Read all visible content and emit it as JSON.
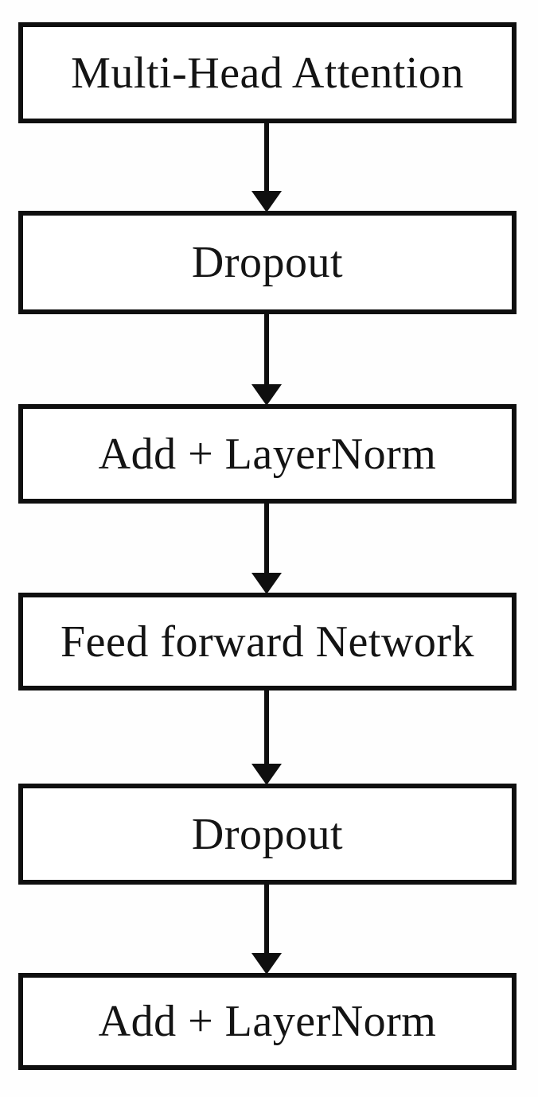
{
  "diagram": {
    "type": "flowchart",
    "direction": "top-to-bottom",
    "colors": {
      "box_border": "#0f0f0f",
      "box_fill": "#ffffff",
      "text": "#141414",
      "arrow": "#0f0f0f",
      "background": "#fefefe"
    },
    "nodes": [
      {
        "id": "multi-head-attention",
        "label": "Multi-Head Attention"
      },
      {
        "id": "dropout-1",
        "label": "Dropout"
      },
      {
        "id": "add-layernorm-1",
        "label": "Add + LayerNorm"
      },
      {
        "id": "feed-forward-network",
        "label": "Feed forward Network"
      },
      {
        "id": "dropout-2",
        "label": "Dropout"
      },
      {
        "id": "add-layernorm-2",
        "label": "Add + LayerNorm"
      }
    ],
    "edges": [
      {
        "from": 0,
        "to": 1,
        "style": "solid-arrow-down"
      },
      {
        "from": 1,
        "to": 2,
        "style": "solid-arrow-down"
      },
      {
        "from": 2,
        "to": 3,
        "style": "solid-arrow-down"
      },
      {
        "from": 3,
        "to": 4,
        "style": "solid-arrow-down"
      },
      {
        "from": 4,
        "to": 5,
        "style": "solid-arrow-down"
      }
    ]
  }
}
